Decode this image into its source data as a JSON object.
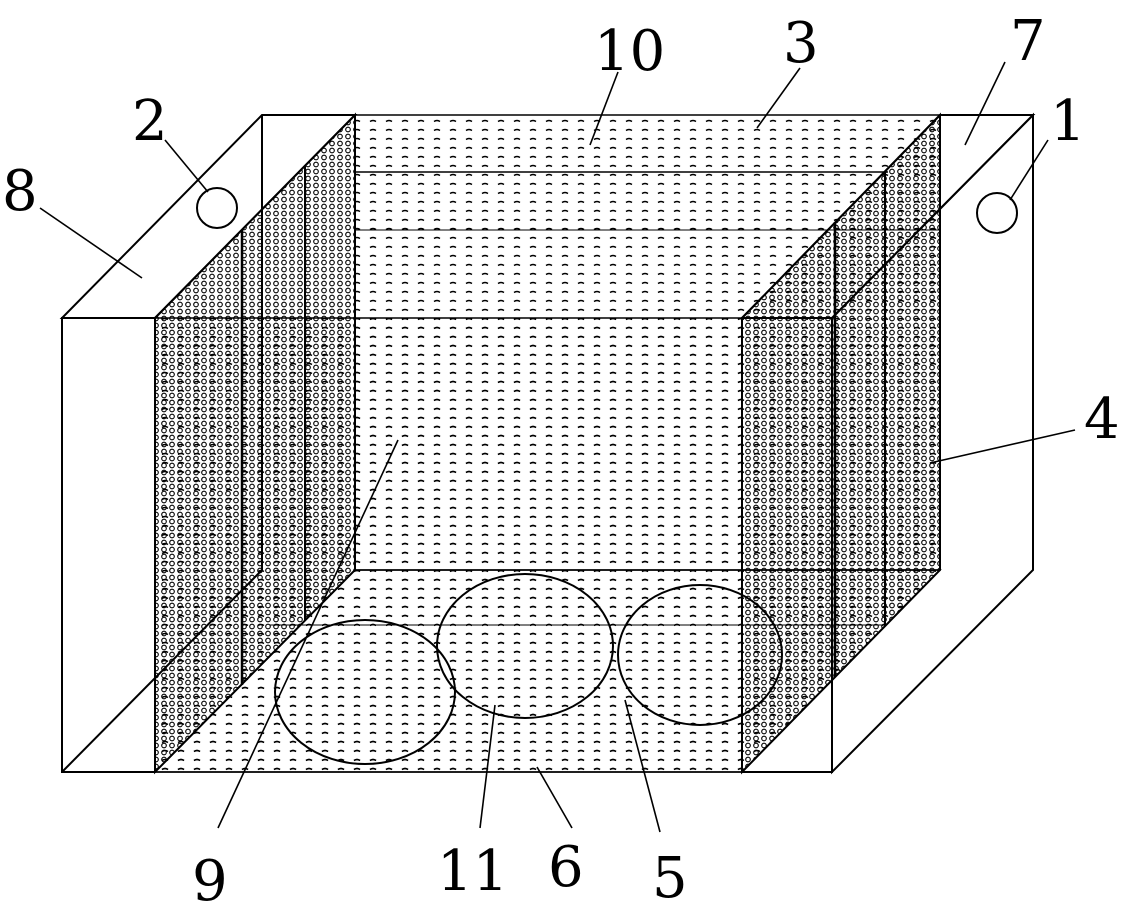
{
  "diagram": {
    "labels": {
      "n1": "1",
      "n2": "2",
      "n3": "3",
      "n4": "4",
      "n5": "5",
      "n6": "6",
      "n7": "7",
      "n8": "8",
      "n9": "9",
      "n10": "10",
      "n11": "11"
    },
    "colors": {
      "line": "#000000",
      "background": "#ffffff"
    }
  }
}
